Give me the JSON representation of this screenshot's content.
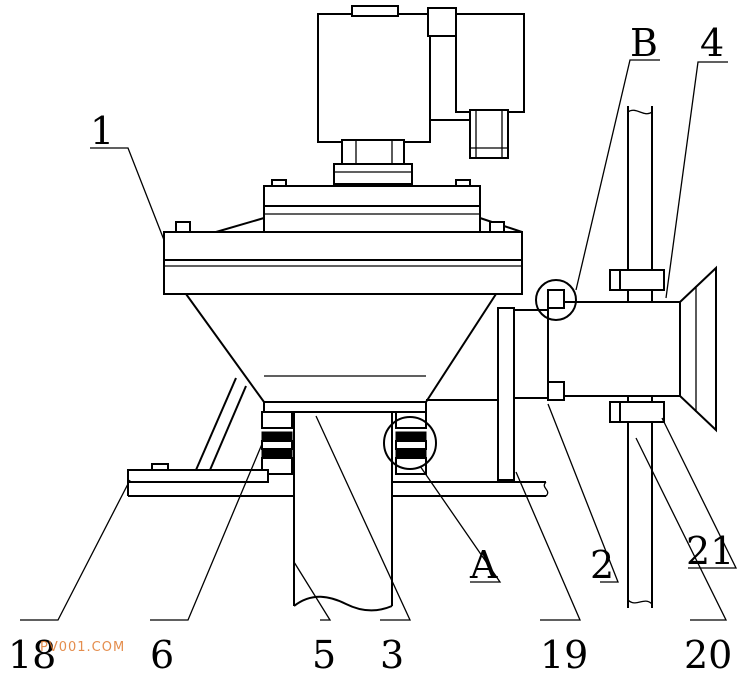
{
  "labels": {
    "l1": "1",
    "lB": "B",
    "l4": "4",
    "l18": "18",
    "l6": "6",
    "l5": "5",
    "l3": "3",
    "lA": "A",
    "l19": "19",
    "l2": "2",
    "l20": "20",
    "l21": "21"
  },
  "watermark": "PV001.COM"
}
